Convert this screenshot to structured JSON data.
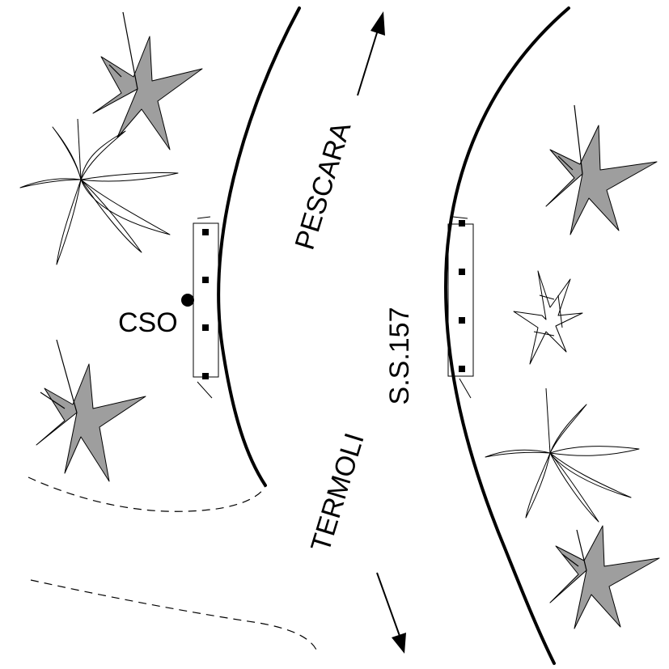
{
  "labels": {
    "direction_north": "PESCARA",
    "direction_south": "TERMOLI",
    "road": "S.S.157",
    "point": "CSO"
  },
  "colors": {
    "line": "#000000",
    "vegetation_fill": "#9e9e9e",
    "background": "#ffffff"
  }
}
